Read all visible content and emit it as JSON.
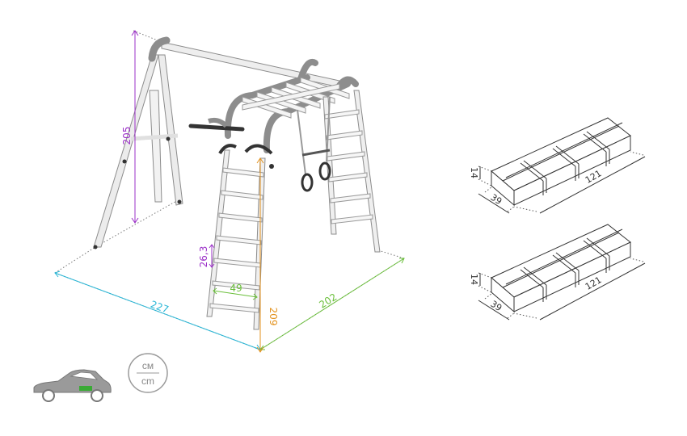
{
  "dimensions": {
    "height_total": "205",
    "width_front": "227",
    "depth_side": "202",
    "ladder_height": "209",
    "rung_spacing": "26,3",
    "ladder_width": "49"
  },
  "colors": {
    "height_total": "#9b30c8",
    "width_front": "#29b6d6",
    "depth_side": "#6abf3a",
    "ladder_height": "#e3921e",
    "rung_spacing": "#9b30c8",
    "ladder_width": "#6abf3a",
    "frame": "#e8e8e8",
    "frame_edge": "#8c8c8c",
    "bend": "#8d8d8d",
    "ink": "#333333"
  },
  "packages": [
    {
      "height": "14",
      "width": "39",
      "length": "121"
    },
    {
      "height": "14",
      "width": "39",
      "length": "121"
    }
  ],
  "legend": {
    "unit_top": "см",
    "unit_bottom": "cm",
    "icon": "car-icon"
  }
}
